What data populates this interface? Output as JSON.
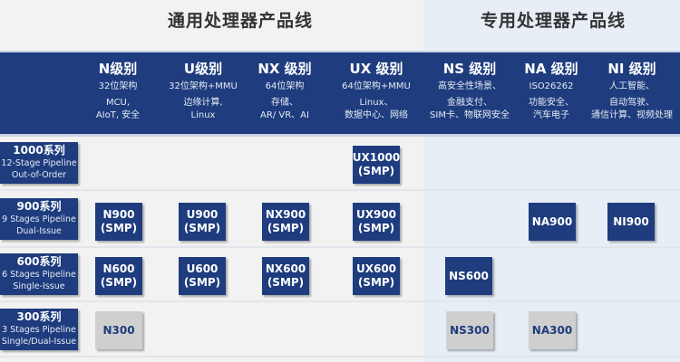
{
  "sections": {
    "general": "通用处理器产品线",
    "special": "专用处理器产品线"
  },
  "columns": [
    {
      "name": "N级别",
      "sub": "32位架构",
      "desc": [
        "MCU,",
        "AIoT, 安全"
      ]
    },
    {
      "name": "U级别",
      "sub": "32位架构+MMU",
      "desc": [
        "边缘计算,",
        "Linux"
      ]
    },
    {
      "name": "NX 级别",
      "sub": "64位架构",
      "desc": [
        "存储、",
        "AR/ VR、AI"
      ]
    },
    {
      "name": "UX 级别",
      "sub": "64位架构+MMU",
      "desc": [
        "Linux、",
        "数据中心、网络"
      ]
    },
    {
      "name": "NS 级别",
      "sub": "高安全性场景、",
      "desc": [
        "金融支付、",
        "SIM卡、物联网安全"
      ]
    },
    {
      "name": "NA 级别",
      "sub": "ISO26262",
      "desc": [
        "功能安全、",
        "汽车电子"
      ]
    },
    {
      "name": "NI 级别",
      "sub": "人工智能、",
      "desc": [
        "自动驾驶、",
        "通信计算、视频处理"
      ]
    }
  ],
  "rows": [
    {
      "title": "1000系列",
      "line1": "12-Stage Pipeline",
      "line2": "Out-of-Order"
    },
    {
      "title": "900系列",
      "line1": "9 Stages Pipeline",
      "line2": "Dual-Issue"
    },
    {
      "title": "600系列",
      "line1": "6 Stages Pipeline",
      "line2": "Single-Issue"
    },
    {
      "title": "300系列",
      "line1": "3 Stages Pipeline",
      "line2": "Single/Dual-Issue"
    }
  ],
  "cells": {
    "ux1000": "UX1000\n(SMP)",
    "n900": "N900\n(SMP)",
    "u900": "U900\n(SMP)",
    "nx900": "NX900\n(SMP)",
    "ux900": "UX900\n(SMP)",
    "na900": "NA900",
    "ni900": "NI900",
    "n600": "N600\n(SMP)",
    "u600": "U600\n(SMP)",
    "nx600": "NX600\n(SMP)",
    "ux600": "UX600\n(SMP)",
    "ns600": "NS600",
    "n300": "N300",
    "ns300": "NS300",
    "na300": "NA300"
  },
  "colors": {
    "brand": "#1e3c7e",
    "inactive": "#cfcfcf"
  }
}
